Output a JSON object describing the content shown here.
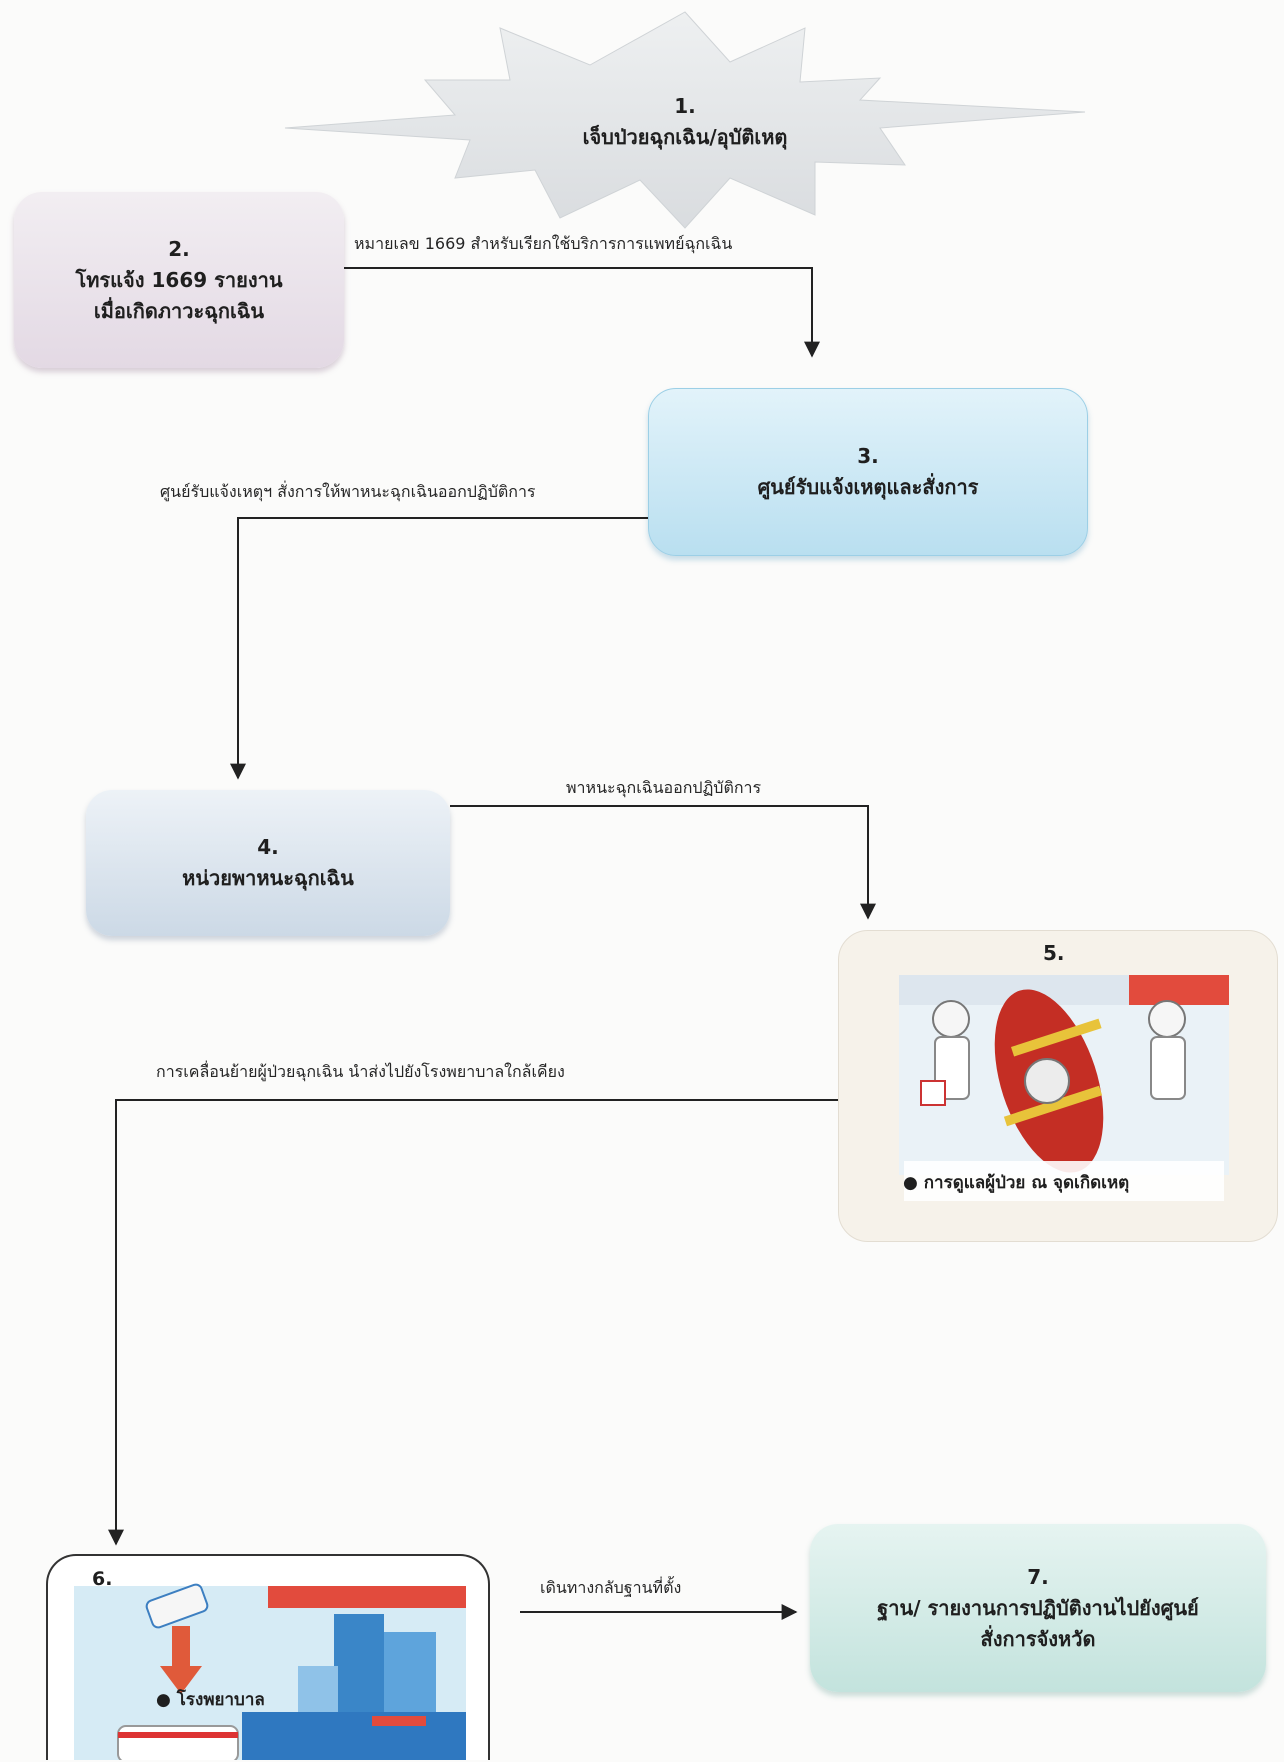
{
  "nodes": {
    "n1": {
      "num": "1.",
      "text": "เจ็บป่วยฉุกเฉิน/อุบัติเหตุ"
    },
    "n2": {
      "num": "2.",
      "line1": "โทรแจ้ง 1669 รายงาน",
      "line2": "เมื่อเกิดภาวะฉุกเฉิน"
    },
    "n3": {
      "num": "3.",
      "text": "ศูนย์รับแจ้งเหตุและสั่งการ"
    },
    "n4": {
      "num": "4.",
      "text": "หน่วยพาหนะฉุกเฉิน"
    },
    "n5": {
      "num": "5.",
      "caption": "● การดูแลผู้ป่วย ณ จุดเกิดเหตุ"
    },
    "n6": {
      "num": "6.",
      "caption": "● โรงพยาบาล"
    },
    "n7": {
      "num": "7.",
      "line1": "ฐาน/ รายงานการปฏิบัติงานไปยังศูนย์",
      "line2": "สั่งการจังหวัด"
    }
  },
  "edges": {
    "e2_3": "หมายเลข 1669 สำหรับเรียกใช้บริการการแพทย์ฉุกเฉิน",
    "e3_4": "ศูนย์รับแจ้งเหตุฯ สั่งการให้พาหนะฉุกเฉินออกปฏิบัติการ",
    "e4_5": "พาหนะฉุกเฉินออกปฏิบัติการ",
    "e5_6": "การเคลื่อนย้ายผู้ป่วยฉุกเฉิน นำส่งไปยังโรงพยาบาลใกล้เคียง",
    "e6_7": "เดินทางกลับฐานที่ตั้ง"
  },
  "colors": {
    "box2": "#e9e2ea",
    "box3": "#cfe9f4",
    "box4": "#d9e4ee",
    "box7": "#d5ece8",
    "burst": "#e4e6e8",
    "line": "#222222"
  }
}
